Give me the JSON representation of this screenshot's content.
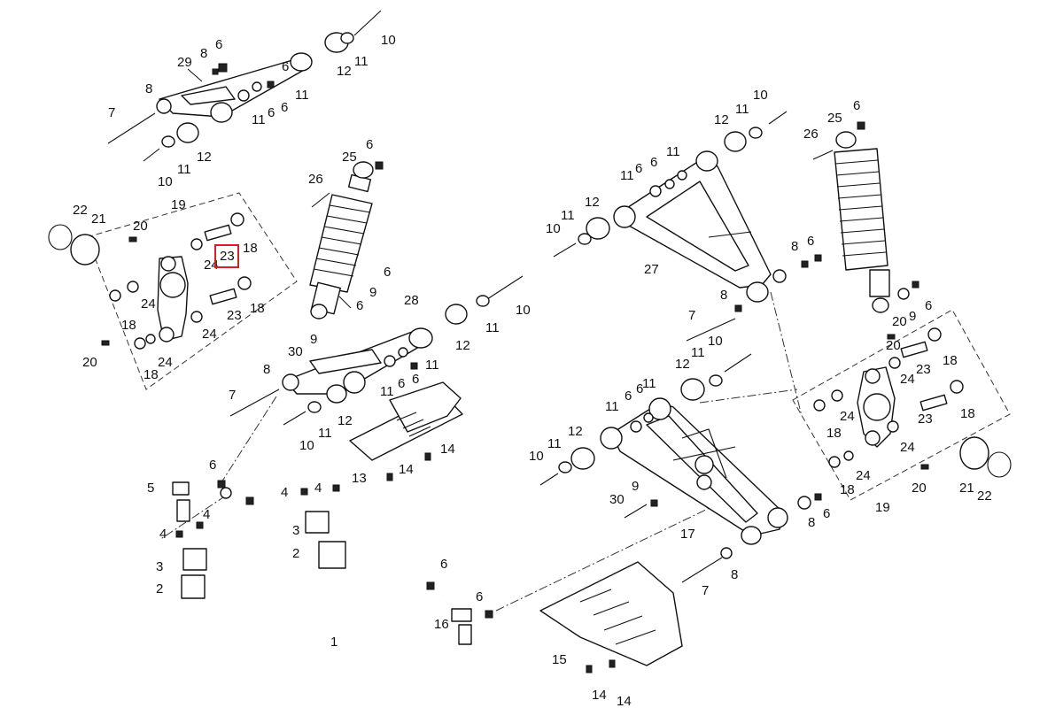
{
  "diagram": {
    "highlighted_callout": "23",
    "highlight_color": "#d21f2a",
    "callouts": {
      "c1": "1",
      "c2a": "2",
      "c2b": "2",
      "c3a": "3",
      "c3b": "3",
      "c4a": "4",
      "c4b": "4",
      "c4c": "4",
      "c4d": "4",
      "c5": "5",
      "c6a": "6",
      "c6b": "6",
      "c6c": "6",
      "c6d": "6",
      "c7a": "7",
      "c7b": "7",
      "c7c": "7",
      "c7d": "7",
      "c8a": "8",
      "c8b": "8",
      "c8c": "8",
      "c8d": "8",
      "c8e": "8",
      "c9a": "9",
      "c9b": "9",
      "c9c": "9",
      "c9d": "9",
      "c10a": "10",
      "c10b": "10",
      "c10c": "10",
      "c10d": "10",
      "c10e": "10",
      "c10f": "10",
      "c10g": "10",
      "c10h": "10",
      "c11a": "11",
      "c11b": "11",
      "c11c": "11",
      "c11d": "11",
      "c11e": "11",
      "c11f": "11",
      "c11g": "11",
      "c11h": "11",
      "c11i": "11",
      "c11j": "11",
      "c11k": "11",
      "c11l": "11",
      "c11m": "11",
      "c11n": "11",
      "c11o": "11",
      "c12a": "12",
      "c12b": "12",
      "c12c": "12",
      "c12d": "12",
      "c12e": "12",
      "c12f": "12",
      "c12g": "12",
      "c13": "13",
      "c14a": "14",
      "c14b": "14",
      "c14c": "14",
      "c14d": "14",
      "c15": "15",
      "c16": "16",
      "c17": "17",
      "c18a": "18",
      "c18b": "18",
      "c18c": "18",
      "c18d": "18",
      "c18e": "18",
      "c18f": "18",
      "c18g": "18",
      "c18h": "18",
      "c19a": "19",
      "c19b": "19",
      "c20a": "20",
      "c20b": "20",
      "c20c": "20",
      "c20d": "20",
      "c21a": "21",
      "c21b": "21",
      "c22a": "22",
      "c22b": "22",
      "c23a": "23",
      "c23b": "23",
      "c23c": "23",
      "c23d": "23",
      "c24a": "24",
      "c24b": "24",
      "c24c": "24",
      "c24d": "24",
      "c24e": "24",
      "c24f": "24",
      "c25a": "25",
      "c25b": "25",
      "c26a": "26",
      "c26b": "26",
      "c27": "27",
      "c28": "28",
      "c29": "29",
      "c30a": "30",
      "c30b": "30",
      "c6e": "6",
      "c6f": "6",
      "c6g": "6",
      "c6h": "6",
      "c6i": "6",
      "c6j": "6",
      "c6k": "6",
      "c6l": "6",
      "c6m": "6",
      "c6n": "6"
    }
  }
}
